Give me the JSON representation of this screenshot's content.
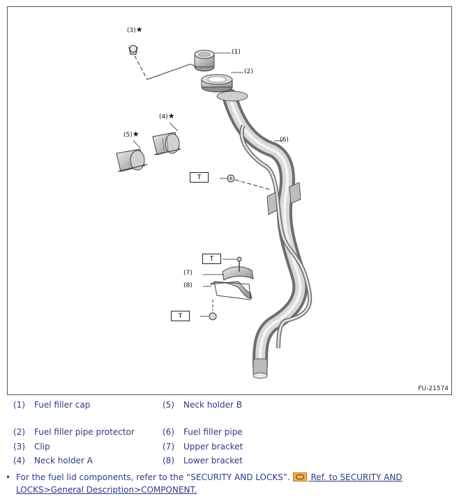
{
  "figure": {
    "figure_id": "FU-21574",
    "callouts": [
      {
        "num": "(1)",
        "star": ""
      },
      {
        "num": "(2)",
        "star": ""
      },
      {
        "num": "(3)",
        "star": "★"
      },
      {
        "num": "(4)",
        "star": "★"
      },
      {
        "num": "(5)",
        "star": "★"
      },
      {
        "num": "(6)",
        "star": ""
      },
      {
        "num": "(7)",
        "star": ""
      },
      {
        "num": "(8)",
        "star": ""
      }
    ],
    "torque_label": "T"
  },
  "legend": [
    {
      "num": "(1)",
      "name": "Fuel filler cap"
    },
    {
      "num": "(5)",
      "name": "Neck holder B"
    },
    {
      "num": "(2)",
      "name": "Fuel filler pipe protector"
    },
    {
      "num": "(6)",
      "name": "Fuel filler pipe"
    },
    {
      "num": "(3)",
      "name": "Clip"
    },
    {
      "num": "(7)",
      "name": "Upper bracket"
    },
    {
      "num": "(4)",
      "name": "Neck holder A"
    },
    {
      "num": "(8)",
      "name": "Lower bracket"
    }
  ],
  "note": {
    "bullet": "•",
    "text": "For the fuel lid components, refer to the “SECURITY AND LOCKS”.",
    "link_text": " Ref. to SECURITY AND LOCKS>General Description>COMPONENT."
  }
}
